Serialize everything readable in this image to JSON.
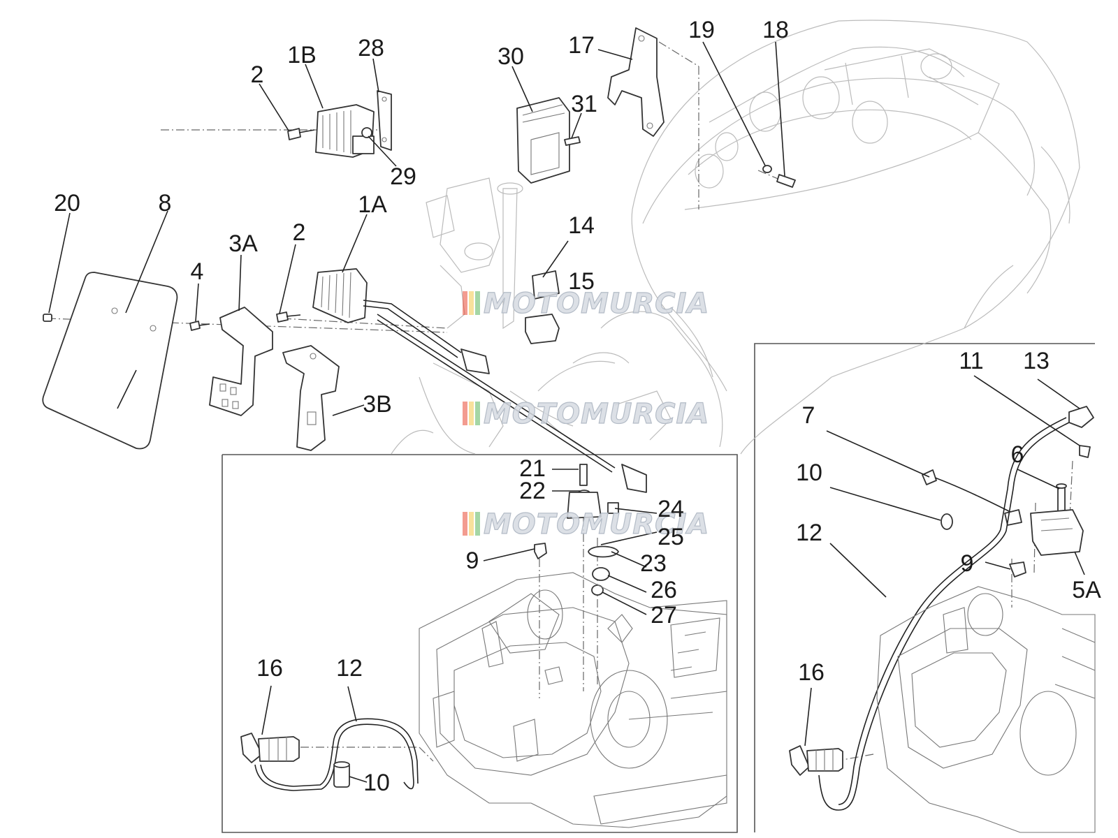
{
  "watermark": {
    "text": "MOTOMURCIA",
    "colors": [
      "#e94a35",
      "#f2c84b",
      "#5bb55b"
    ]
  },
  "labels": {
    "l_2a": "2",
    "l_1b": "1B",
    "l_28": "28",
    "l_29": "29",
    "l_30": "30",
    "l_31": "31",
    "l_17": "17",
    "l_19": "19",
    "l_18": "18",
    "l_20": "20",
    "l_8": "8",
    "l_3a": "3A",
    "l_4": "4",
    "l_2b": "2",
    "l_1a": "1A",
    "l_14": "14",
    "l_15": "15",
    "l_3b": "3B",
    "l_21": "21",
    "l_22": "22",
    "l_24": "24",
    "l_25": "25",
    "l_9a": "9",
    "l_23": "23",
    "l_26": "26",
    "l_27": "27",
    "l_16a": "16",
    "l_12a": "12",
    "l_10a": "10",
    "l_11": "11",
    "l_13": "13",
    "l_7": "7",
    "l_6": "6",
    "l_10b": "10",
    "l_12b": "12",
    "l_9b": "9",
    "l_5a": "5A",
    "l_16b": "16"
  }
}
